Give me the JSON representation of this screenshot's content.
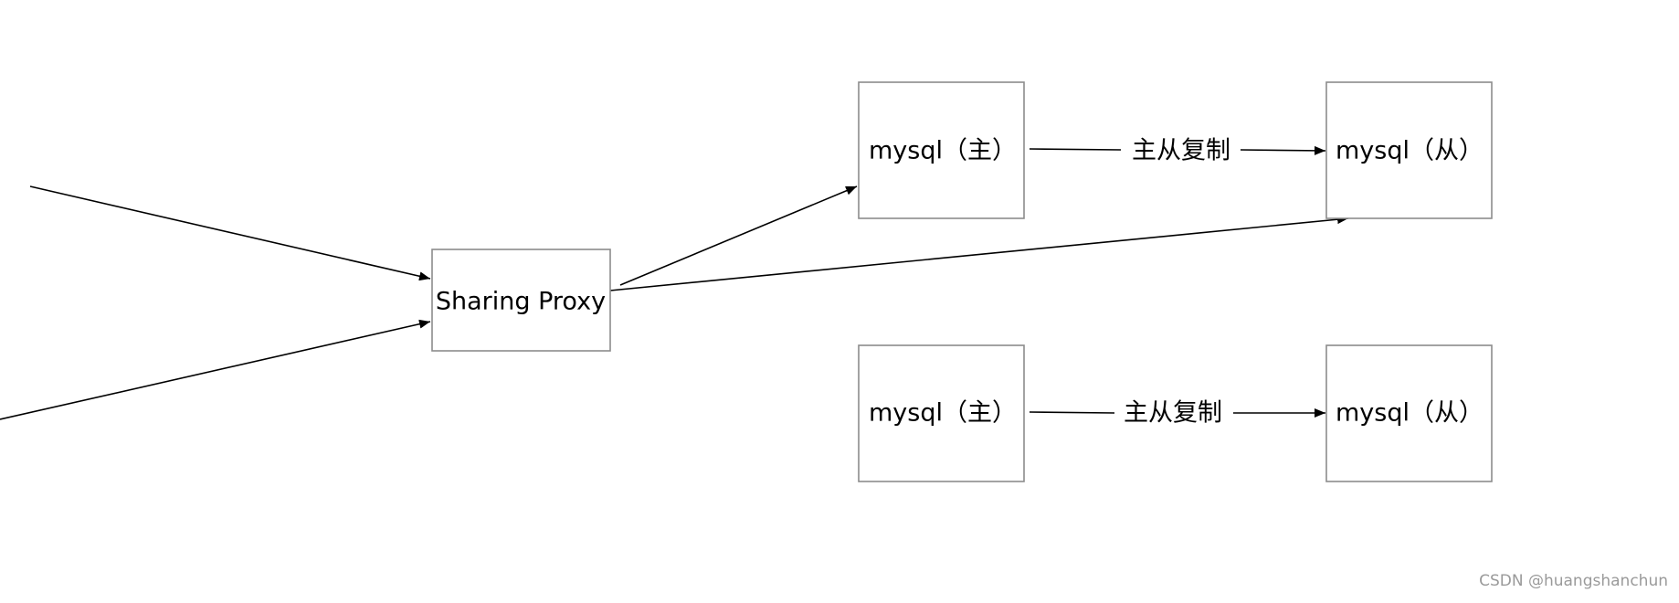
{
  "diagram": {
    "nodes": {
      "proxy": "Sharing Proxy",
      "master1": "mysql（主）",
      "slave1": "mysql（从）",
      "master2": "mysql（主）",
      "slave2": "mysql（从）"
    },
    "edge_labels": {
      "replication1": "主从复制",
      "replication2": "主从复制"
    }
  },
  "watermark": "CSDN @huangshanchun"
}
